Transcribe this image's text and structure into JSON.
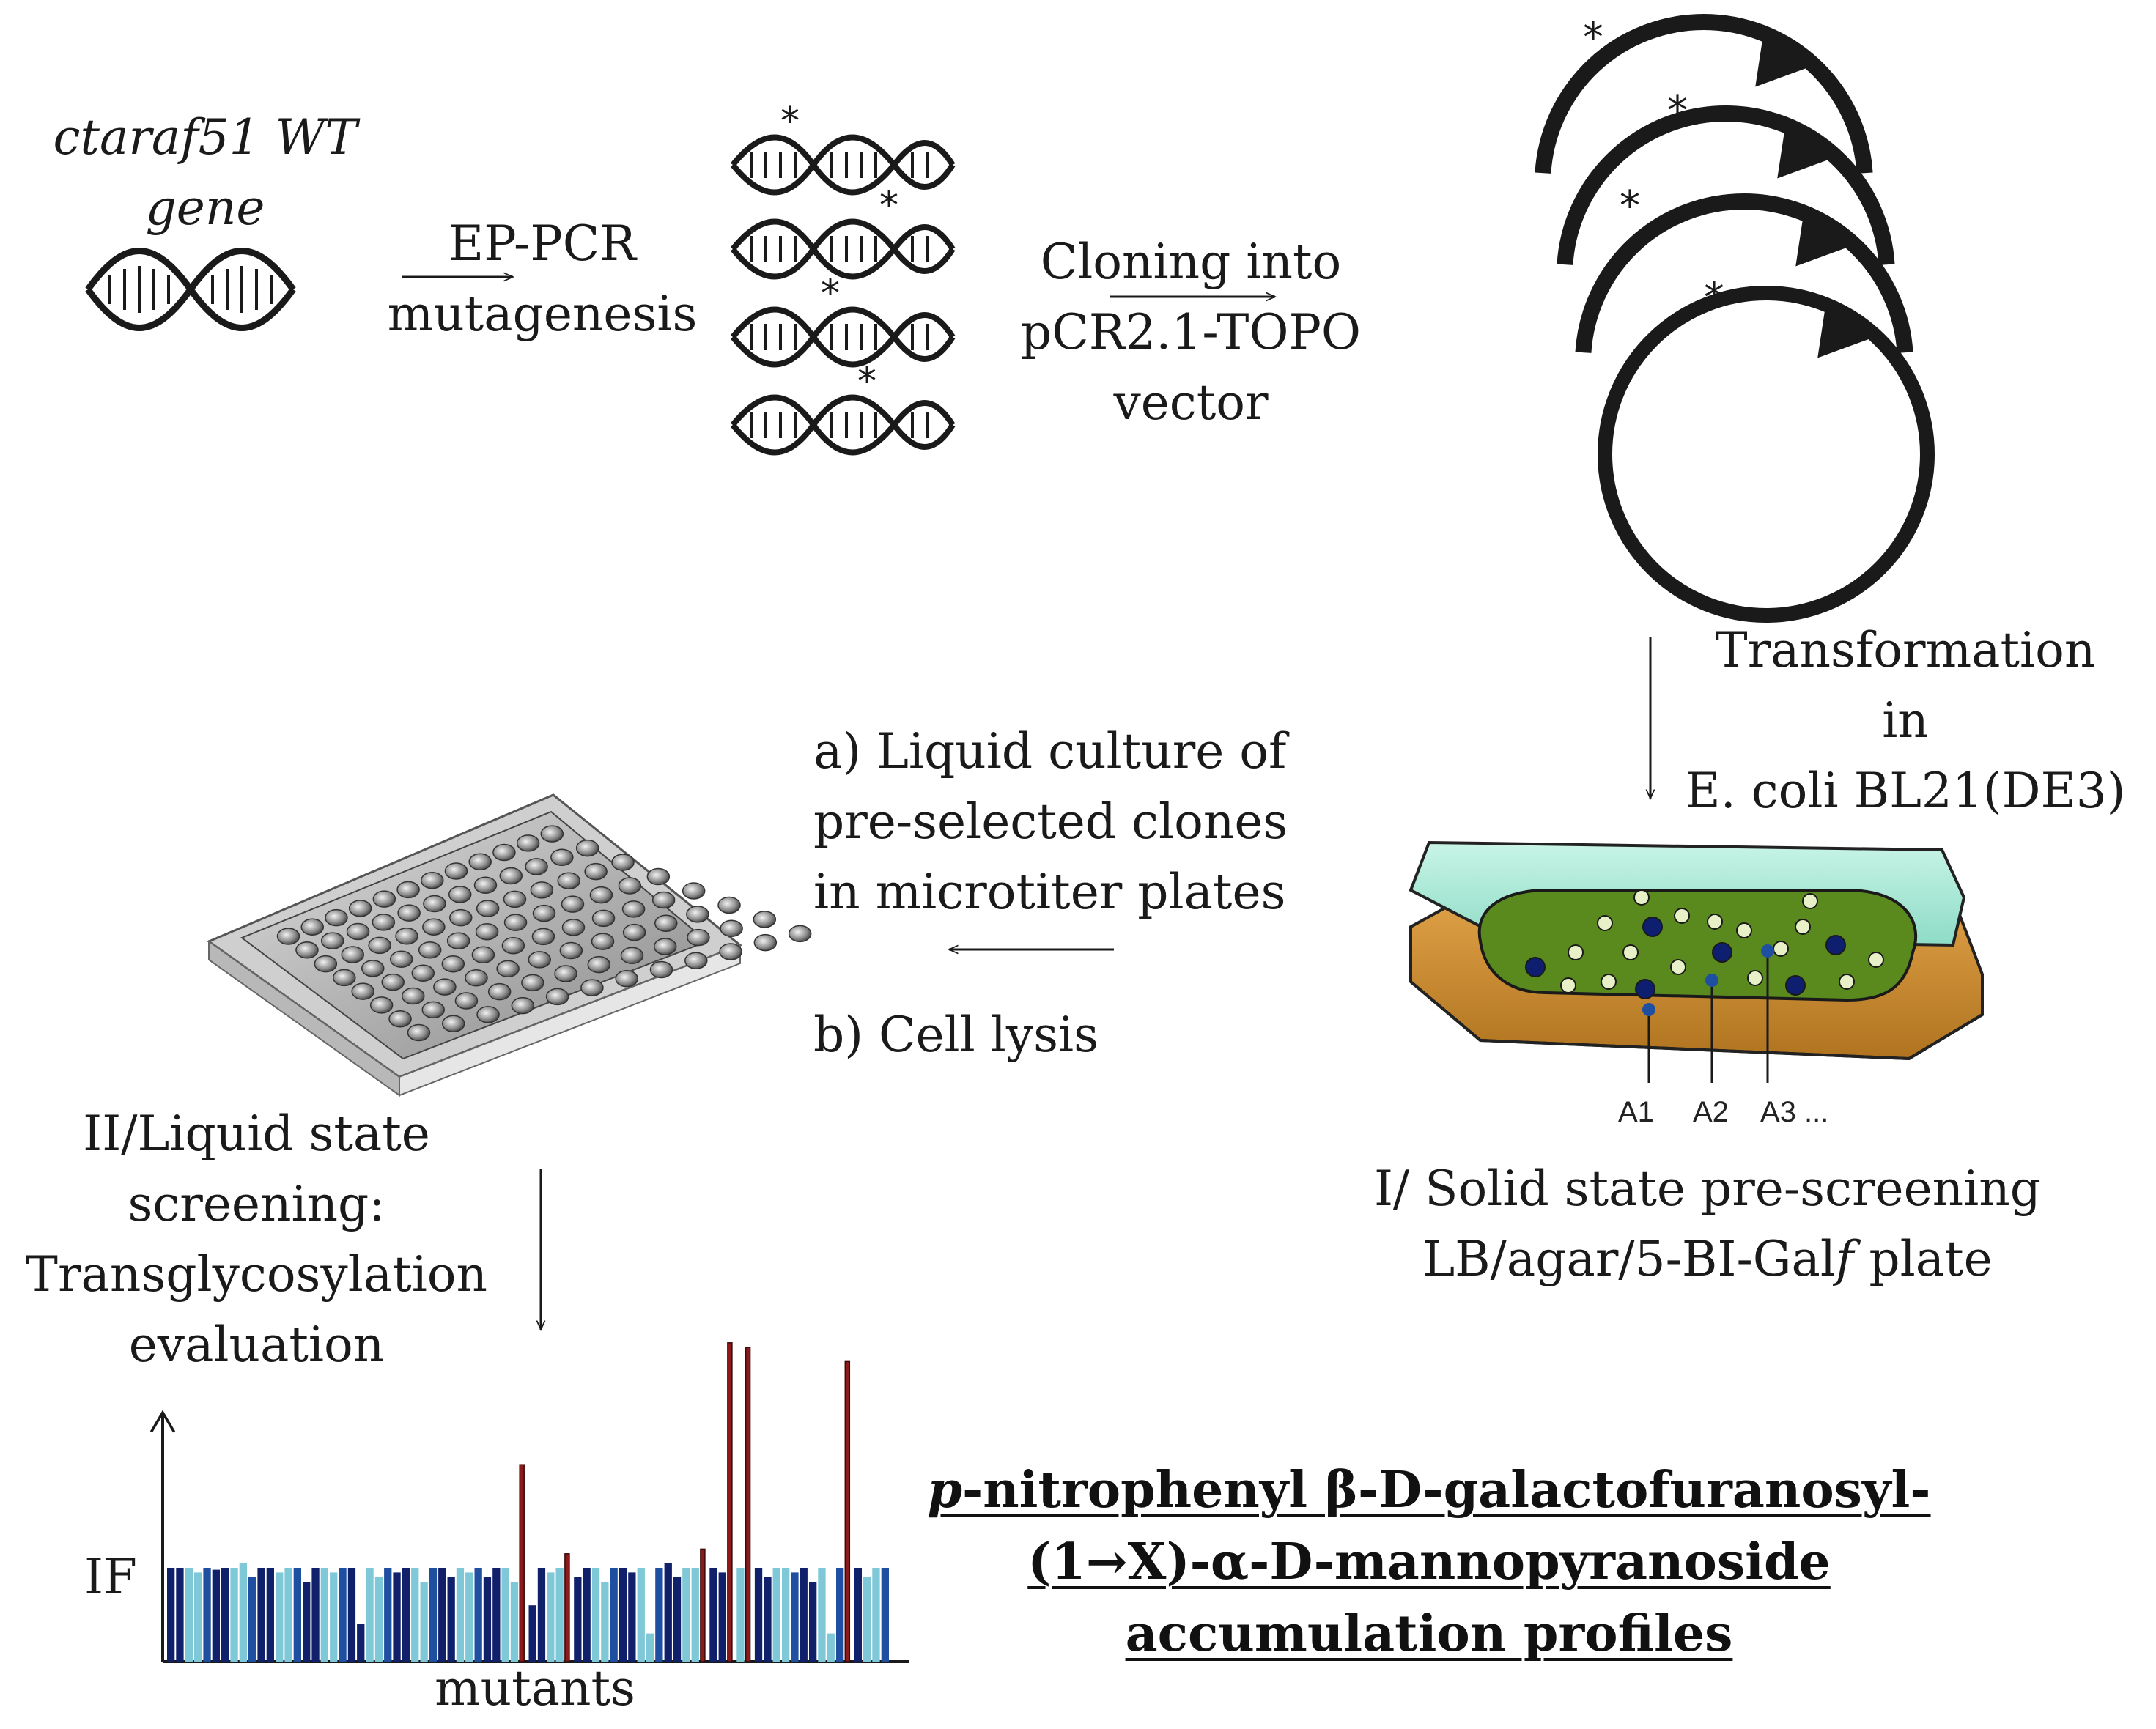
{
  "labels": {
    "wt_gene_line1": "ctaraf51 WT",
    "wt_gene_line2": "gene",
    "ep_pcr_line1": "EP-PCR",
    "ep_pcr_line2": "mutagenesis",
    "cloning_line1": "Cloning into",
    "cloning_line2": "pCR2.1-TOPO",
    "cloning_line3": "vector",
    "transformation_line1": "Transformation",
    "transformation_line2": "in",
    "transformation_line3": "E. coli BL21(DE3)",
    "culture_line1": "a) Liquid culture of",
    "culture_line2": "pre-selected clones",
    "culture_line3": "in microtiter plates",
    "lysis": "b) Cell lysis",
    "solid_line1": "I/ Solid state pre-screening",
    "solid_line2_a": "LB/agar/5-BI-Gal",
    "solid_line2_b": "f",
    "solid_line2_c": " plate",
    "liquid_line1": "II/Liquid state",
    "liquid_line2": "screening:",
    "liquid_line3": "Transglycosylation",
    "liquid_line4": "evaluation",
    "y_axis": "IF",
    "x_axis": "mutants",
    "mutation_mark": "*",
    "colony_a1": "A1",
    "colony_a2": "A2",
    "colony_a3": "A3 ...",
    "product_line1_p": "p",
    "product_line1_rest": "-nitrophenyl β-D-galactofuranosyl-",
    "product_line2": "(1→X)-α-D-mannopyranoside",
    "product_line3": "accumulation profiles"
  },
  "colors": {
    "ink": "#1a1a1a",
    "bar_dark_navy": "#10206a",
    "bar_mid_blue": "#1f4fa0",
    "bar_light_cyan": "#7fc8d8",
    "bar_red": "#8b1a1a",
    "plate_lid": "#a8ecd8",
    "plate_agar": "#5a8a1e",
    "plate_base": "#c98a2e",
    "colony_blue": "#0d1f6e",
    "colony_white": "#e8f0c8"
  },
  "chart_data": {
    "type": "bar",
    "xlabel": "mutants",
    "ylabel": "IF",
    "baseline": 1,
    "series_note": "",
    "values": [
      1.0,
      1.0,
      1.0,
      0.95,
      1.0,
      0.98,
      1.0,
      1.0,
      1.05,
      0.9,
      1.0,
      1.0,
      0.95,
      1.0,
      1.0,
      0.85,
      1.0,
      1.0,
      0.95,
      1.0,
      1.0,
      0.4,
      1.0,
      0.9,
      1.0,
      0.95,
      1.0,
      1.0,
      0.85,
      1.0,
      1.0,
      0.9,
      1.0,
      0.95,
      1.0,
      0.9,
      1.0,
      1.0,
      0.85,
      2.1,
      0.6,
      1.0,
      0.95,
      1.0,
      1.15,
      0.9,
      1.0,
      1.0,
      0.85,
      1.0,
      1.0,
      0.95,
      1.0,
      0.3,
      1.0,
      1.05,
      0.9,
      1.0,
      1.0,
      1.2,
      1.0,
      0.95,
      3.4,
      1.0,
      3.35,
      1.0,
      0.9,
      1.0,
      1.0,
      0.95,
      1.0,
      0.85,
      1.0,
      0.3,
      1.0,
      3.2,
      1.0,
      0.9,
      1.0,
      1.0
    ],
    "highlight": [
      39,
      44,
      59,
      62,
      64,
      75
    ]
  }
}
